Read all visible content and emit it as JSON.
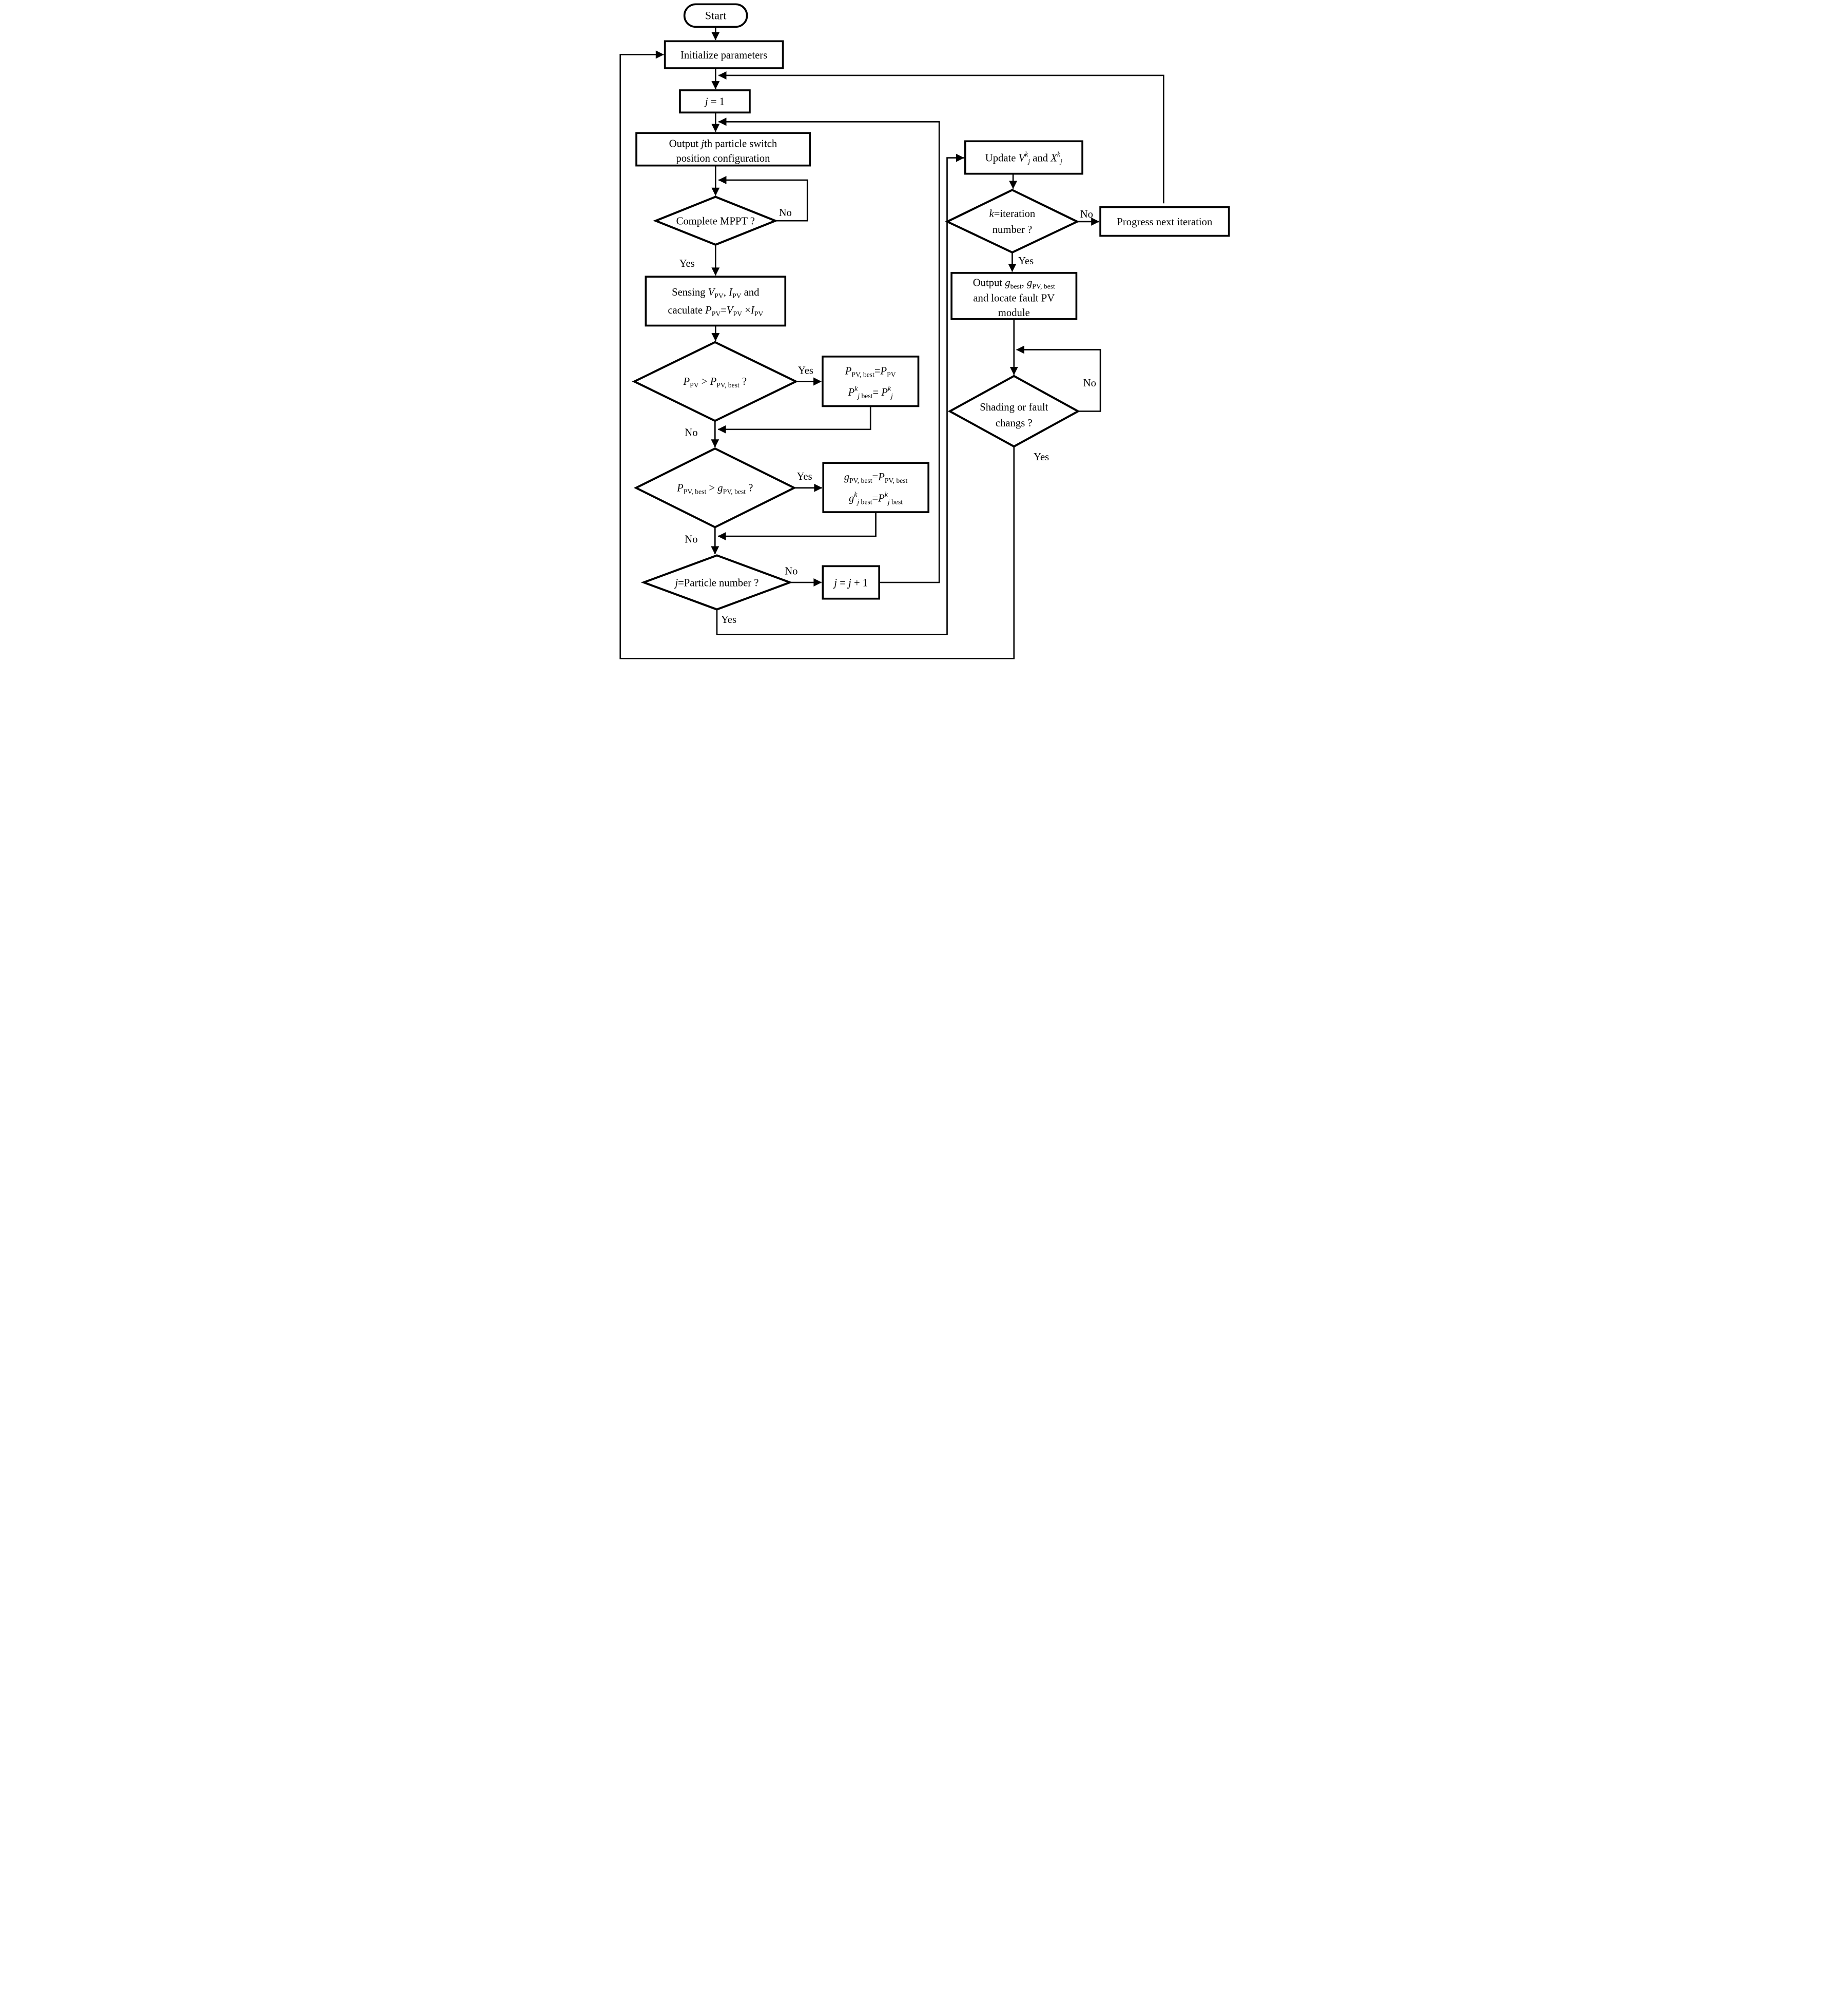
{
  "colors": {
    "background": "#ffffff",
    "line": "#000000"
  },
  "diagram": {
    "type": "flowchart",
    "nodes": {
      "start": {
        "type": "terminator",
        "label": "Start"
      },
      "initialize": {
        "type": "process",
        "label": "Initialize parameters"
      },
      "j_init": {
        "type": "process",
        "rich": [
          {
            "t": "j",
            "i": true
          },
          {
            "t": " = 1"
          }
        ]
      },
      "output_particle": {
        "type": "process",
        "lines": [
          [
            {
              "t": "Output "
            },
            {
              "t": "j",
              "i": true
            },
            {
              "t": "th particle switch"
            }
          ],
          [
            {
              "t": "position configuration"
            }
          ]
        ]
      },
      "complete_mppt": {
        "type": "decision",
        "label": "Complete MPPT ?"
      },
      "sensing": {
        "type": "process",
        "lines": [
          [
            {
              "t": "Sensing "
            },
            {
              "t": "V",
              "i": true
            },
            {
              "t": "PV",
              "sub": true
            },
            {
              "t": ", "
            },
            {
              "t": "I",
              "i": true
            },
            {
              "t": "PV",
              "sub": true
            },
            {
              "t": " and"
            }
          ],
          [
            {
              "t": "caculate "
            },
            {
              "t": "P",
              "i": true
            },
            {
              "t": "PV",
              "sub": true
            },
            {
              "t": "="
            },
            {
              "t": "V",
              "i": true
            },
            {
              "t": "PV",
              "sub": true
            },
            {
              "t": " ×"
            },
            {
              "t": "I",
              "i": true
            },
            {
              "t": "PV",
              "sub": true
            }
          ]
        ]
      },
      "ppv_check": {
        "type": "decision",
        "rich": [
          {
            "t": "P",
            "i": true
          },
          {
            "t": "PV",
            "sub": true
          },
          {
            "t": " > "
          },
          {
            "t": "P",
            "i": true
          },
          {
            "t": "PV, best",
            "sub": true
          },
          {
            "t": " ?"
          }
        ]
      },
      "pbest_assign": {
        "type": "process",
        "lines": [
          [
            {
              "t": "P",
              "i": true
            },
            {
              "t": "PV, best",
              "sub": true
            },
            {
              "t": "="
            },
            {
              "t": "P",
              "i": true
            },
            {
              "t": "PV",
              "sub": true
            }
          ],
          [
            {
              "t": "P",
              "i": true
            },
            {
              "t": "k",
              "i": true,
              "sup": true
            },
            {
              "t": "j",
              "i": true,
              "sub": true
            },
            {
              "t": " best",
              "sub": true
            },
            {
              "t": "= "
            },
            {
              "t": "P",
              "i": true
            },
            {
              "t": "k",
              "i": true,
              "sup": true
            },
            {
              "t": "j",
              "i": true,
              "sub": true
            }
          ]
        ]
      },
      "gbest_check": {
        "type": "decision",
        "rich": [
          {
            "t": "P",
            "i": true
          },
          {
            "t": "PV, best",
            "sub": true
          },
          {
            "t": " > "
          },
          {
            "t": "g",
            "i": true
          },
          {
            "t": "PV, best",
            "sub": true
          },
          {
            "t": " ?"
          }
        ]
      },
      "gbest_assign": {
        "type": "process",
        "lines": [
          [
            {
              "t": "g",
              "i": true
            },
            {
              "t": "PV, best",
              "sub": true
            },
            {
              "t": "="
            },
            {
              "t": "P",
              "i": true
            },
            {
              "t": "PV, best",
              "sub": true
            }
          ],
          [
            {
              "t": "g",
              "i": true
            },
            {
              "t": "k",
              "i": true,
              "sup": true
            },
            {
              "t": "j",
              "i": true,
              "sub": true
            },
            {
              "t": " best",
              "sub": true
            },
            {
              "t": "="
            },
            {
              "t": "P",
              "i": true
            },
            {
              "t": "k",
              "i": true,
              "sup": true
            },
            {
              "t": "j",
              "i": true,
              "sub": true
            },
            {
              "t": " best",
              "sub": true
            }
          ]
        ]
      },
      "particle_check": {
        "type": "decision",
        "rich": [
          {
            "t": "j",
            "i": true
          },
          {
            "t": "=Particle number ?"
          }
        ]
      },
      "j_increment": {
        "type": "process",
        "rich": [
          {
            "t": "j",
            "i": true
          },
          {
            "t": " = "
          },
          {
            "t": "j",
            "i": true
          },
          {
            "t": " + 1"
          }
        ]
      },
      "update_vx": {
        "type": "process",
        "rich": [
          {
            "t": "Update "
          },
          {
            "t": "V",
            "i": true
          },
          {
            "t": "k",
            "i": true,
            "sup": true
          },
          {
            "t": "j",
            "i": true,
            "sub": true
          },
          {
            "t": " and "
          },
          {
            "t": "X",
            "i": true
          },
          {
            "t": "k",
            "i": true,
            "sup": true
          },
          {
            "t": "j",
            "i": true,
            "sub": true
          }
        ]
      },
      "iteration_check": {
        "type": "decision",
        "lines": [
          [
            {
              "t": "k",
              "i": true
            },
            {
              "t": "=iteration"
            }
          ],
          [
            {
              "t": "number ?"
            }
          ]
        ]
      },
      "progress": {
        "type": "process",
        "label": "Progress next iteration"
      },
      "output_best": {
        "type": "process",
        "lines": [
          [
            {
              "t": "Output "
            },
            {
              "t": "g",
              "i": true
            },
            {
              "t": "best",
              "sub": true
            },
            {
              "t": ", "
            },
            {
              "t": "g",
              "i": true
            },
            {
              "t": "PV, best",
              "sub": true
            }
          ],
          [
            {
              "t": "and locate fault PV"
            }
          ],
          [
            {
              "t": "module"
            }
          ]
        ]
      },
      "shading_check": {
        "type": "decision",
        "lines": [
          [
            {
              "t": "Shading or fault"
            }
          ],
          [
            {
              "t": "changs ?"
            }
          ]
        ]
      }
    },
    "edge_labels": {
      "mppt_no": "No",
      "mppt_yes": "Yes",
      "ppv_yes": "Yes",
      "ppv_no": "No",
      "gbest_yes": "Yes",
      "gbest_no": "No",
      "particle_no": "No",
      "particle_yes": "Yes",
      "iteration_no": "No",
      "iteration_yes": "Yes",
      "shading_no": "No",
      "shading_yes": "Yes"
    }
  }
}
